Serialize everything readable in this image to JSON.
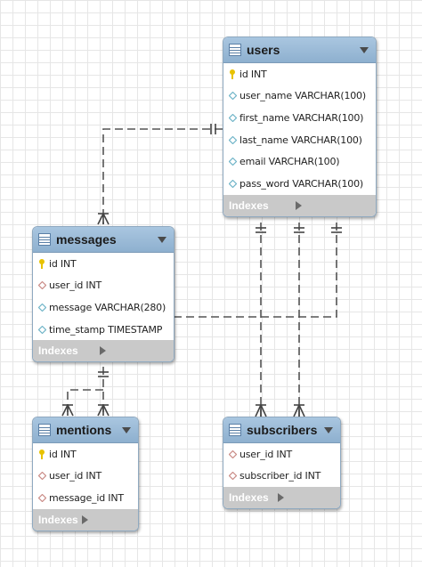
{
  "tables": {
    "users": {
      "name": "users",
      "columns": [
        {
          "text": "id INT",
          "icon": "key-icon"
        },
        {
          "text": "user_name VARCHAR(100)",
          "icon": "column-diamond-icon"
        },
        {
          "text": "first_name VARCHAR(100)",
          "icon": "column-diamond-icon"
        },
        {
          "text": "last_name VARCHAR(100)",
          "icon": "column-diamond-icon"
        },
        {
          "text": "email VARCHAR(100)",
          "icon": "column-diamond-icon"
        },
        {
          "text": "pass_word VARCHAR(100)",
          "icon": "column-diamond-icon"
        }
      ],
      "indexes_label": "Indexes"
    },
    "messages": {
      "name": "messages",
      "columns": [
        {
          "text": "id INT",
          "icon": "key-icon"
        },
        {
          "text": "user_id INT",
          "icon": "foreign-key-diamond-icon"
        },
        {
          "text": "message VARCHAR(280)",
          "icon": "column-diamond-icon"
        },
        {
          "text": "time_stamp TIMESTAMP",
          "icon": "column-diamond-icon"
        }
      ],
      "indexes_label": "Indexes"
    },
    "mentions": {
      "name": "mentions",
      "columns": [
        {
          "text": "id INT",
          "icon": "key-icon"
        },
        {
          "text": "user_id INT",
          "icon": "foreign-key-diamond-icon"
        },
        {
          "text": "message_id INT",
          "icon": "foreign-key-diamond-icon"
        }
      ],
      "indexes_label": "Indexes"
    },
    "subscribers": {
      "name": "subscribers",
      "columns": [
        {
          "text": "user_id INT",
          "icon": "foreign-key-diamond-icon"
        },
        {
          "text": "subscriber_id INT",
          "icon": "foreign-key-diamond-icon"
        }
      ],
      "indexes_label": "Indexes"
    }
  },
  "colors": {
    "header": "#9dbcd9",
    "key": "#e8c200",
    "column_diamond": "#6fb4c8",
    "fk_diamond": "#c98a85",
    "indexes_bar": "#c9c9c9",
    "connector": "#555555"
  }
}
